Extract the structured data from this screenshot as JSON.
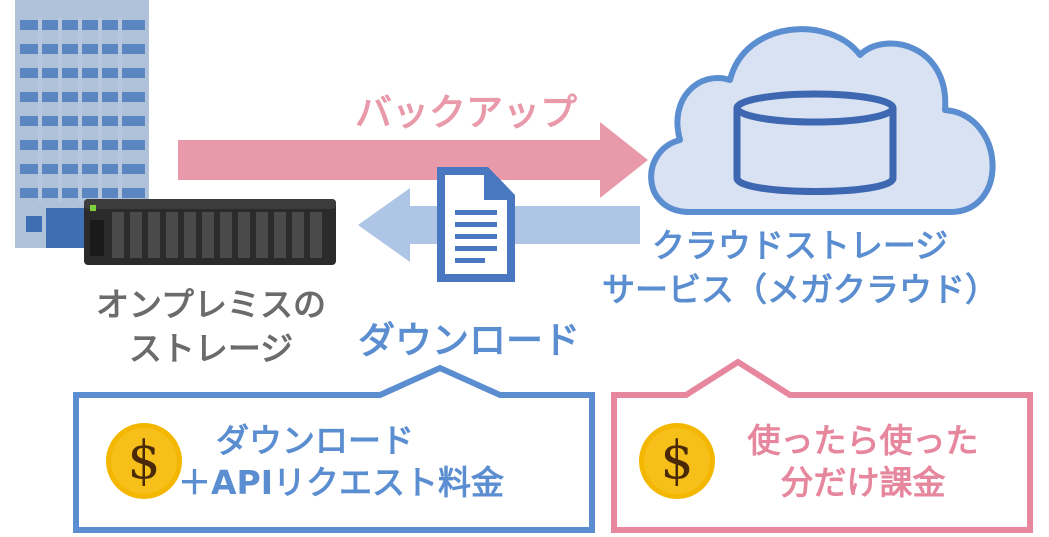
{
  "arrows": {
    "backup_label": "バックアップ",
    "download_label": "ダウンロード"
  },
  "onprem": {
    "label_line1": "オンプレミスの",
    "label_line2": "ストレージ"
  },
  "cloud": {
    "label_line1": "クラウドストレージ",
    "label_line2": "サービス（メガクラウド）"
  },
  "cost_boxes": {
    "left_line1": "ダウンロード",
    "left_line2": "＋APIリクエスト料金",
    "right_line1": "使ったら使った",
    "right_line2": "分だけ課金",
    "coin_symbol": "$"
  },
  "colors": {
    "backup_pink": "#e89aaa",
    "download_blue": "#5b8ed0",
    "cloud_fill": "#d9e2f3",
    "coin_gold": "#f4b700"
  },
  "icons": [
    "office-building-icon",
    "nas-storage-icon",
    "cloud-icon",
    "database-icon",
    "document-icon",
    "coin-icon"
  ]
}
